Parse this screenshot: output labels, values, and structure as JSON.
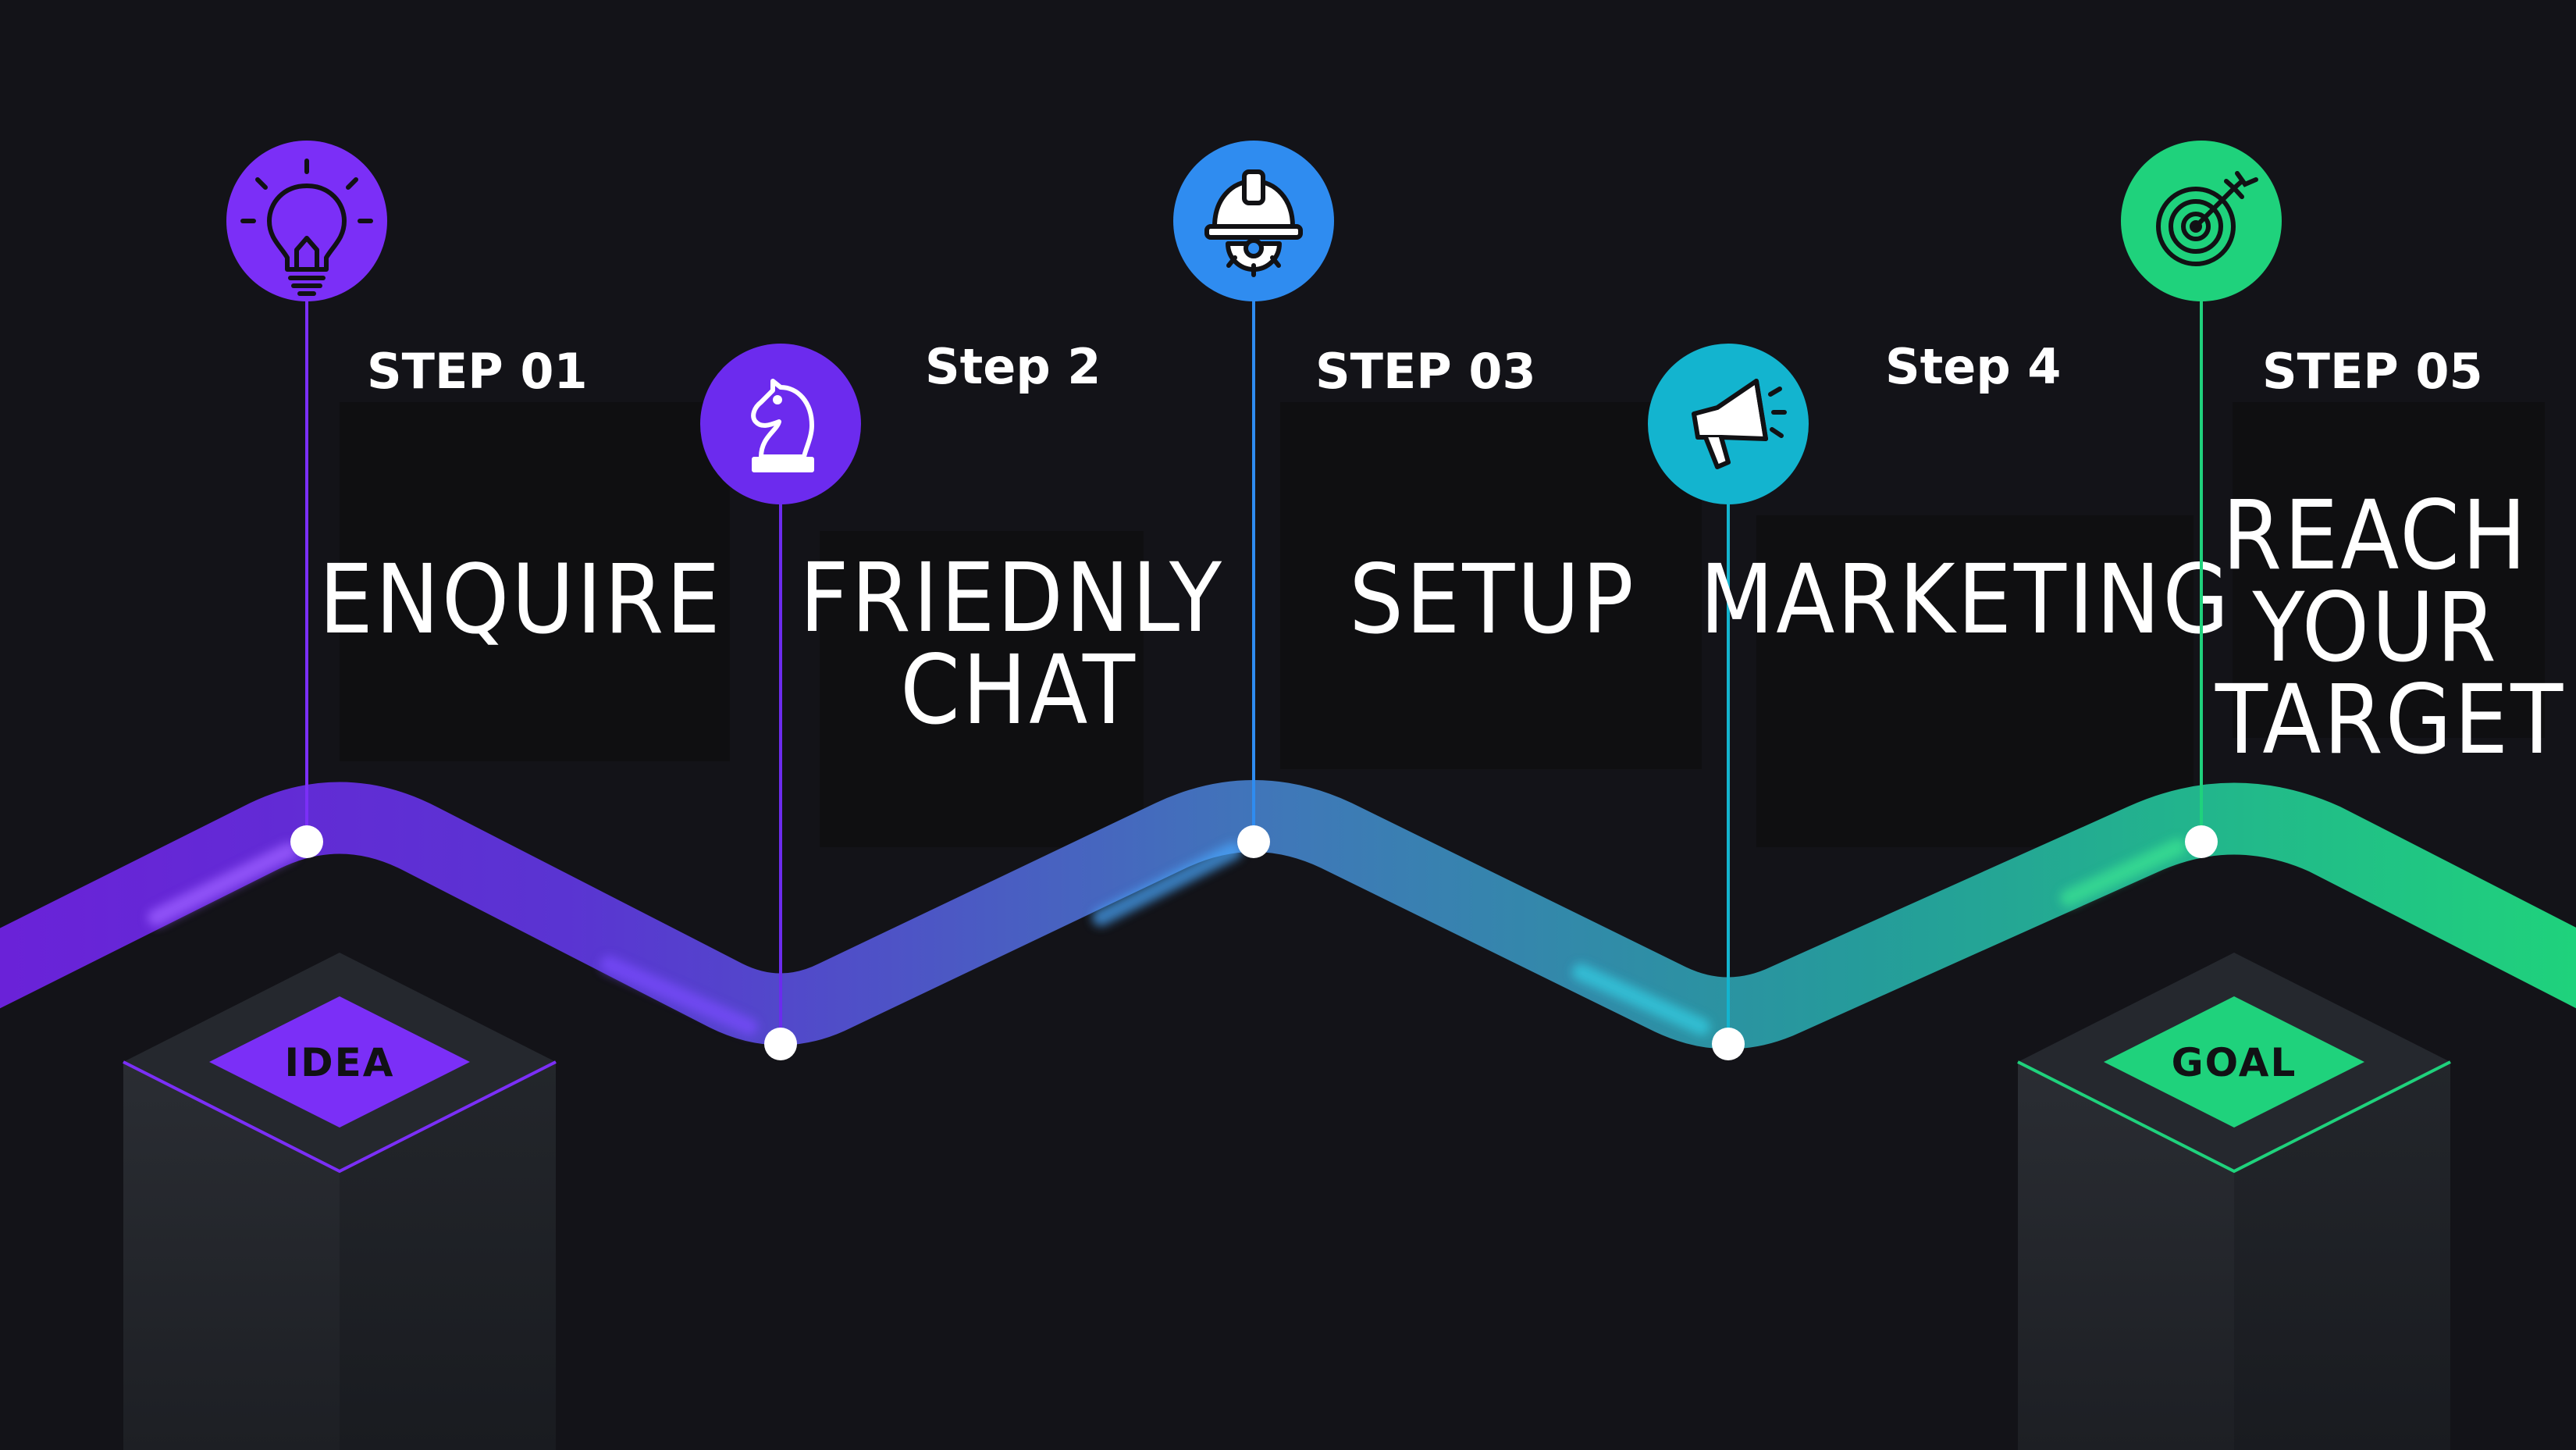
{
  "colors": {
    "background": "#131318",
    "step1": "#7b2ff7",
    "step2": "#6c2bee",
    "step3": "#2f8cf0",
    "step4": "#13b4cf",
    "step5": "#1fd27c"
  },
  "steps": [
    {
      "label": "STEP 01",
      "title": [
        "ENQUIRE"
      ],
      "icon": "lightbulb-icon"
    },
    {
      "label": "Step 2",
      "title": [
        "FRIEDNLY",
        "CHAT"
      ],
      "icon": "chess-knight-icon"
    },
    {
      "label": "STEP 03",
      "title": [
        "SETUP"
      ],
      "icon": "hardhat-gear-icon"
    },
    {
      "label": "Step 4",
      "title": [
        "MARKETING"
      ],
      "icon": "megaphone-icon"
    },
    {
      "label": "STEP 05",
      "title": [
        "REACH",
        "YOUR",
        "TARGET"
      ],
      "icon": "target-arrow-icon"
    }
  ],
  "pillars": {
    "start": {
      "label": "IDEA"
    },
    "end": {
      "label": "GOAL"
    }
  }
}
